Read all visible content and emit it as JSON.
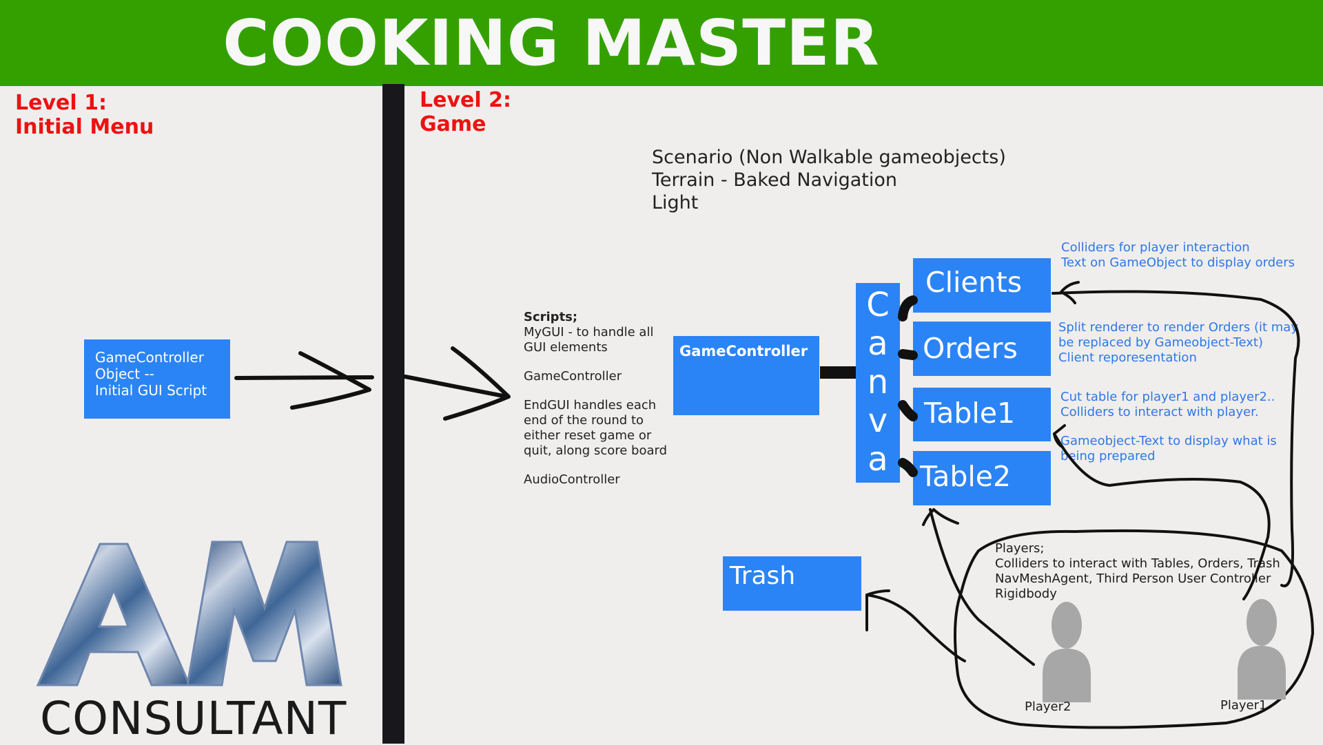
{
  "header": {
    "title": "COOKING MASTER"
  },
  "levels": {
    "level1": "Level 1:\nInitial Menu",
    "level2": "Level 2:\nGame"
  },
  "boxes": {
    "game_controller_obj": "GameController\nObject --\nInitial GUI Script",
    "game_controller": "GameController",
    "canva": [
      "C",
      "a",
      "n",
      "v",
      "a"
    ],
    "clients": "Clients",
    "orders": "Orders",
    "table1": "Table1",
    "table2": "Table2",
    "trash": "Trash"
  },
  "scenario": "Scenario (Non Walkable gameobjects)\nTerrain - Baked Navigation\nLight",
  "scripts": {
    "heading": "Scripts;",
    "lines": [
      "MyGUI - to handle all",
      "GUI elements",
      "",
      "GameController",
      "",
      "EndGUI handles each",
      "end of the round to",
      "either reset game or",
      "quit, along score board",
      "",
      "AudioController"
    ]
  },
  "notes": {
    "clients": "Colliders for player interaction\nText on GameObject to display orders",
    "orders": "Split renderer to render Orders (it may\nbe replaced by Gameobject-Text)\nClient reporesentation",
    "table1": "Cut table for player1 and player2..\nColliders to interact with player.",
    "table2": "Gameobject-Text to display what is\nbeing prepared",
    "players": "Players;\nColliders to interact with Tables, Orders, Trash\nNavMeshAgent, Third Person User Controller\nRigidbody"
  },
  "players": {
    "player2": "Player2",
    "player1": "Player1"
  },
  "logo": {
    "letters": "AM",
    "company": "CONSULTANT"
  },
  "colors": {
    "header_green": "#34a000",
    "box_blue": "#2b84f5",
    "level_red": "#ee1111",
    "note_blue": "#2f77e6",
    "divider": "#18171c"
  }
}
